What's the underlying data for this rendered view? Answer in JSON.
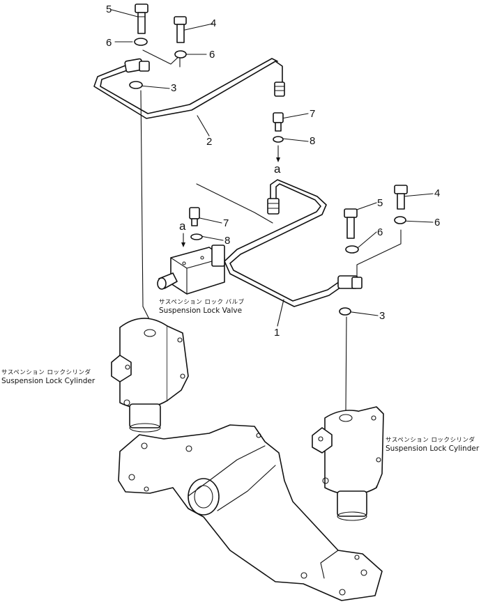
{
  "callouts": {
    "bolt_top_left": "5",
    "washer_top_left": "6",
    "bolt_top_mid": "4",
    "washer_top_mid": "6",
    "oring_upper": "3",
    "tube_upper": "2",
    "fitting_upper": "7",
    "oring_fitting_upper": "8",
    "connector_a_upper": "a",
    "fitting_valve": "7",
    "connector_a_valve": "a",
    "oring_valve": "8",
    "bolt_right_5": "5",
    "bolt_right_4": "4",
    "washer_right_a": "6",
    "washer_right_b": "6",
    "tube_lower": "1",
    "oring_lower": "3"
  },
  "captions": {
    "valve_jp": "サスペンション ロック バルブ",
    "valve_en": "Suspension Lock Valve",
    "cyl_left_jp": "サスペンション ロックシリンダ",
    "cyl_left_en": "Suspension Lock  Cylinder",
    "cyl_right_jp": "サスペンション ロックシリンダ",
    "cyl_right_en": "Suspension Lock  Cylinder"
  }
}
